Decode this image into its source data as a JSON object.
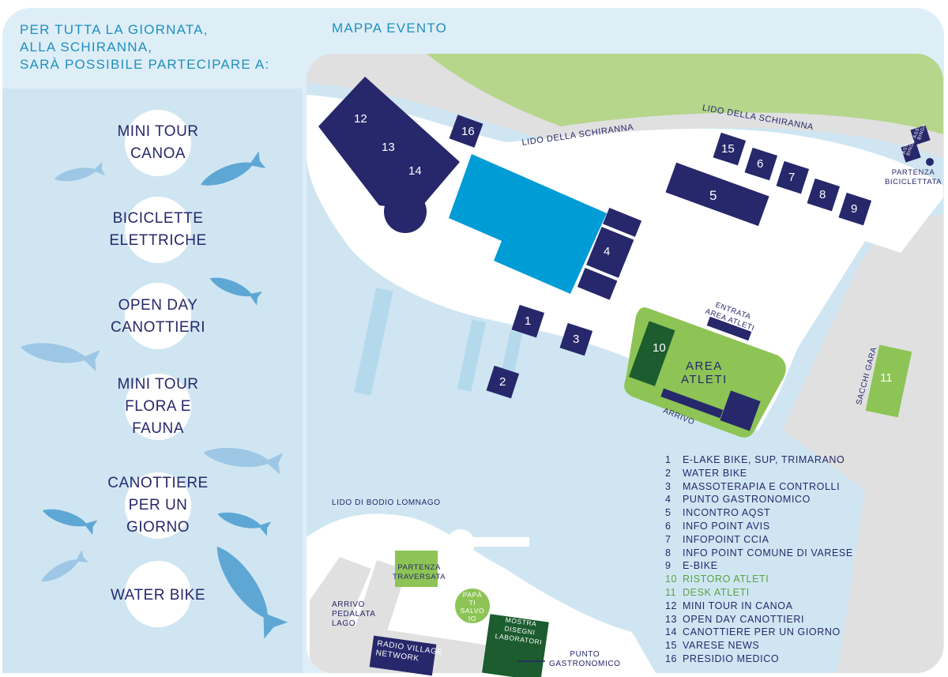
{
  "intro": "PER TUTTA LA GIORNATA,\nALLA SCHIRANNA,\nSARÀ POSSIBILE PARTECIPARE A:",
  "map_title": "MAPPA EVENTO",
  "activities": [
    "MINI TOUR\nCANOA",
    "BICICLETTE\nELETTRICHE",
    "OPEN DAY\nCANOTTIERI",
    "MINI TOUR\nFLORA E\nFAUNA",
    "CANOTTIERE\nPER UN\nGIORNO",
    "WATER BIKE"
  ],
  "map_labels": {
    "lido_schiranna": "LIDO DELLA SCHIRANNA",
    "lido_bodio": "LIDO DI BODIO LOMNAGO",
    "entrata": "ENTRATA\nAREA ATLETI",
    "area_atleti": "AREA\nATLETI",
    "arrivo": "ARRIVO",
    "sacchi_gara": "SACCHI GARA",
    "partenza_bici": "PARTENZA\nBICICLETTATA",
    "partenza_traversata": "PARTENZA\nTRAVERSATA",
    "arrivo_pedalata": "ARRIVO\nPEDALATA\nLAGO",
    "papa": "PAPÀ\nTI SALVO\nIO",
    "mostra": "MOSTRA\nDISEGNI\nLABORATORI",
    "radio": "RADIO VILLAGE\nNETWORK",
    "punto_gastronomico": "PUNTO\nGASTRONOMICO",
    "ass_binda": "ASS.\nBINDA"
  },
  "numbers": [
    "1",
    "2",
    "3",
    "4",
    "5",
    "6",
    "7",
    "8",
    "9",
    "10",
    "11",
    "12",
    "13",
    "14",
    "15",
    "16"
  ],
  "legend": [
    {
      "n": "1",
      "label": "E-LAKE BIKE, SUP, TRIMARANO"
    },
    {
      "n": "2",
      "label": "WATER BIKE"
    },
    {
      "n": "3",
      "label": "MASSOTERAPIA E CONTROLLI"
    },
    {
      "n": "4",
      "label": "PUNTO GASTRONOMICO"
    },
    {
      "n": "5",
      "label": "INCONTRO AQST"
    },
    {
      "n": "6",
      "label": "INFO POINT AVIS"
    },
    {
      "n": "7",
      "label": "INFOPOINT CCIA"
    },
    {
      "n": "8",
      "label": "INFO POINT COMUNE DI VARESE"
    },
    {
      "n": "9",
      "label": "E-BIKE"
    },
    {
      "n": "10",
      "label": "RISTORO ATLETI"
    },
    {
      "n": "11",
      "label": "DESK ATLETI"
    },
    {
      "n": "12",
      "label": "MINI TOUR IN CANOA"
    },
    {
      "n": "13",
      "label": "OPEN DAY CANOTTIERI"
    },
    {
      "n": "14",
      "label": "CANOTTIERE PER UN GIORNO"
    },
    {
      "n": "15",
      "label": "VARESE NEWS"
    },
    {
      "n": "16",
      "label": "PRESIDIO MEDICO"
    }
  ],
  "colors": {
    "navy": "#27276b",
    "cyan": "#009cd6",
    "lake": "#cfe6f2",
    "green": "#8dc455",
    "grass": "#b6d68c",
    "road": "#e0e0e0",
    "dark_green": "#1c5c2e",
    "accent_text": "#1f8fbf"
  },
  "icons": [
    "fish-icon"
  ]
}
